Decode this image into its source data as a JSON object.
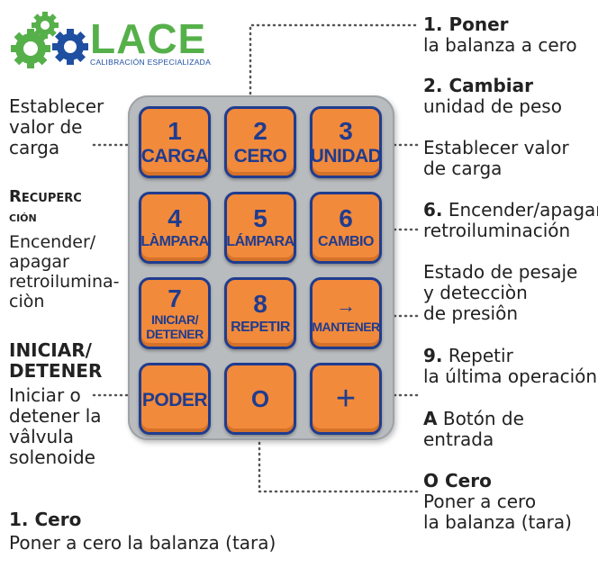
{
  "logo": {
    "title": "LACE",
    "subtitle": "CALIBRACIÓN ESPECIALIZADA"
  },
  "keys": [
    {
      "num": "1",
      "label": "CARGA"
    },
    {
      "num": "2",
      "label": "CERO"
    },
    {
      "num": "3",
      "label": "UNIDAD"
    },
    {
      "num": "4",
      "label": "LÀMPARA"
    },
    {
      "num": "5",
      "label": "LÁMPARA"
    },
    {
      "num": "6",
      "label": "CAMBIO"
    },
    {
      "num": "7",
      "label1": "INICIAR/",
      "label2": "DETENER"
    },
    {
      "num": "8",
      "label": "REPETIR"
    },
    {
      "num": "→",
      "label": "MANTENER"
    },
    {
      "label": "PODER"
    },
    {
      "label": "O"
    },
    {
      "label": "+"
    }
  ],
  "left": {
    "a": [
      "Establecer",
      "valor de",
      "carga"
    ],
    "b_title1": "Recuperc",
    "b_title2": "ción",
    "b": [
      "Encender/",
      "apagar",
      "retroilumina-",
      "ciòn"
    ],
    "c_title1": "INICIAR/",
    "c_title2": "DETENER",
    "c": [
      "Iniciar o",
      "detener la",
      "vâlvula",
      "solenoide"
    ],
    "d_title": "1. Cero",
    "d": "Poner a cero la balanza (tara)"
  },
  "right": {
    "a_num": "1. Poner",
    "a": "la balanza a cero",
    "b_num": "2. Cambiar",
    "b": "unidad de peso",
    "c": [
      "Establecer valor",
      "de carga"
    ],
    "d_num": "6.",
    "d1": " Encender/apagar",
    "d2": "retroiluminación",
    "e": [
      "Estado de pesaje",
      "y detecciòn",
      "de presiôn"
    ],
    "f_num": "9.",
    "f1": " Repetir",
    "f2": "la última operación",
    "g_num": "A",
    "g1": " Botón de",
    "g2": "entrada",
    "h_num": "O Cero",
    "h1": "Poner a cero",
    "h2": "la balanza (tara)"
  }
}
